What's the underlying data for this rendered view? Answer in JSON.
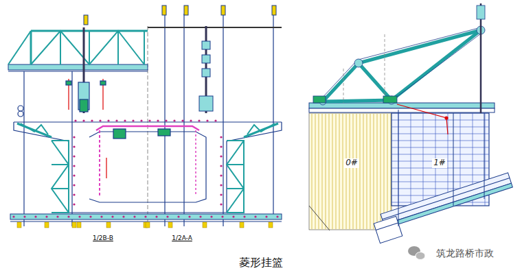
{
  "diagram": {
    "caption": "菱形挂篮",
    "labels": [
      "1/2B-B",
      "1/2A-A",
      "0#",
      "1#",
      "筑龙路桥市政"
    ]
  }
}
